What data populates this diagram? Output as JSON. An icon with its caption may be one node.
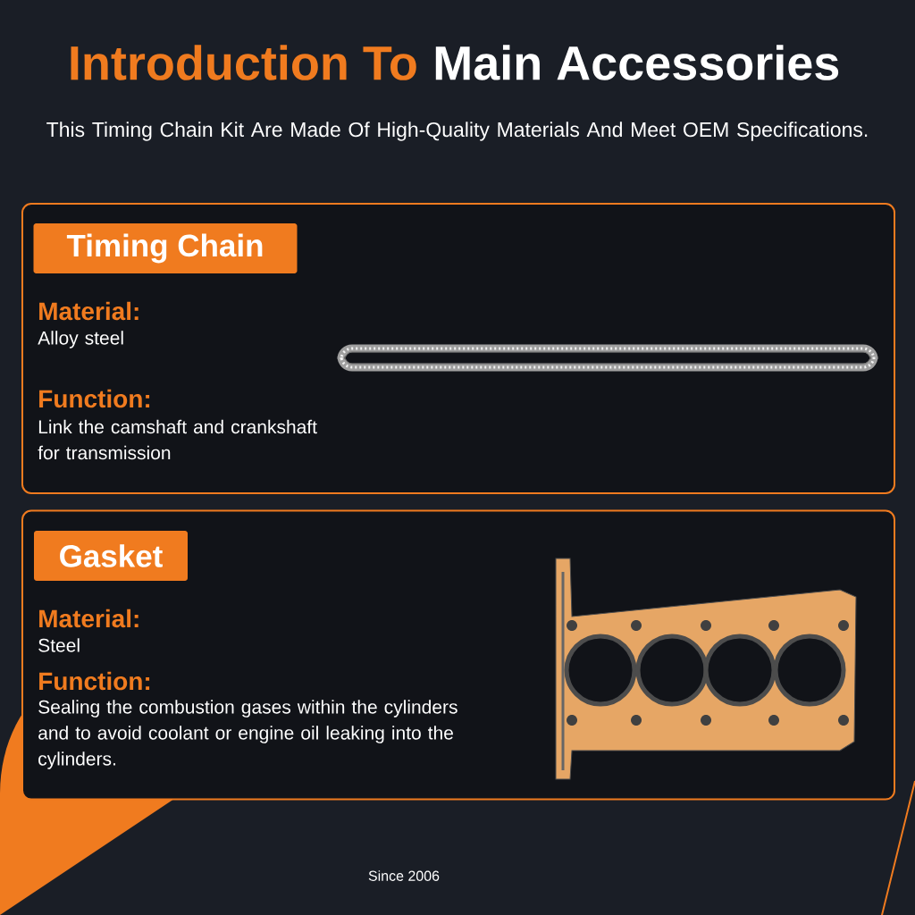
{
  "diagram": {
    "nodes": [
      {
        "text": [
          "Material:",
          "Alloy steel",
          "Function:",
          "Link the camshaft and crankshaft for transmission"
        ]
      },
      {
        "text": [
          "Timing Chain"
        ],
        "in": 0
      },
      {
        "text": [],
        "shape": "picture",
        "in": 0
      },
      {
        "text": [
          "Material:",
          "Steel",
          "Function:",
          "Sealing the combustion gases within the cylinders and to avoid coolant or engine oil leaking into the cylinders."
        ]
      },
      {
        "text": [
          "Gasket"
        ],
        "in": 3
      },
      {
        "text": [],
        "shape": "picture",
        "in": 3
      }
    ],
    "labels": [
      "Introduction To",
      "Main Accessories",
      "This Timing Chain Kit Are Made Of High-Quality Materials And Meet OEM Specifications.",
      "Since 2006"
    ]
  }
}
